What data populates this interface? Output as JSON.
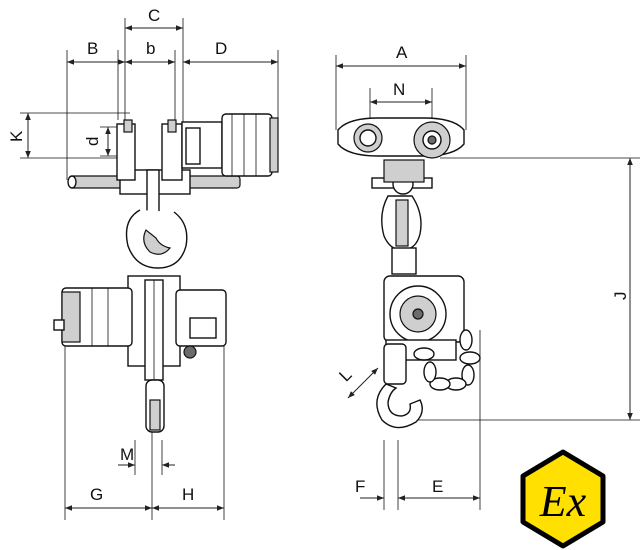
{
  "labels": {
    "C": "C",
    "B": "B",
    "b": "b",
    "D": "D",
    "K": "K",
    "d": "d",
    "A": "A",
    "N": "N",
    "J": "J",
    "L": "L",
    "M": "M",
    "G": "G",
    "H": "H",
    "F": "F",
    "E": "E"
  },
  "ex_mark": {
    "text": "Ex",
    "fill_color": "#FFE000",
    "stroke_color": "#000000"
  }
}
